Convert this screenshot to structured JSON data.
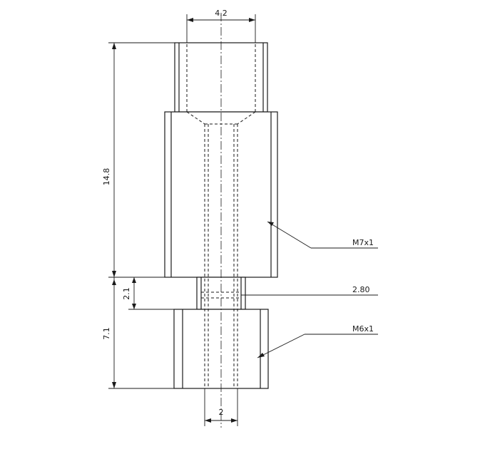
{
  "diagram": {
    "dimensions": {
      "top_width": "4.2",
      "overall_height": "14.8",
      "neck_height": "2.1",
      "lower_height": "7.1",
      "bore_width": "2"
    },
    "callouts": {
      "upper_thread": "M7x1",
      "neck_diameter": "2.80",
      "lower_thread": "M6x1"
    },
    "colors": {
      "line": "#1a1a1a",
      "background": "#ffffff"
    }
  }
}
